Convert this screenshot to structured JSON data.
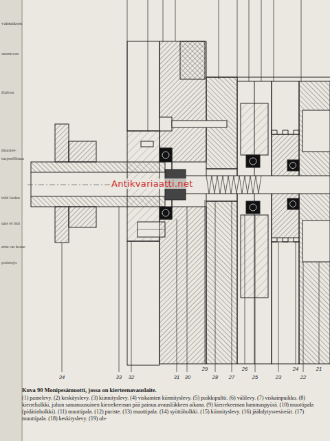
{
  "diagram": {
    "caption": "Kuva 90 Monipesämuotti, jossa on kierteenavauslaite.",
    "labels": [
      "asentoon",
      "ilaiton",
      "muotei-",
      "tarpeellisuu",
      "ttää lasku",
      "uus ei mä",
      "ettu on kone",
      "poistojo",
      "vaimuksen",
      "34",
      "33",
      "32",
      "31",
      "30",
      "29",
      "28",
      "27",
      "26",
      "25",
      "24",
      "23",
      "22",
      "21",
      "Antikvariaatti.net",
      "(1) painelevy. (2) keskityslevy. (3) kiinnityslevy. (4) viskainten kiinnityslevy. (5) poikkipultti. (6) välilevy. (7) viskainpuikko. (8) kierreholkki, johon samanousuinen kierrekeernan pää painuu avausliikkeen aikana. (9) kierrekeernan hammaspyörä. (10) muottipala (pidätinholkki). (11) muottipala. (12) puriste. (13) muottipala. (14) syöttöholkki. (15) kiinnityslevy. (16) jäähdytysvesireiät. (17) muottipala. (18) keskityslevy. (19) oh-"
    ]
  }
}
